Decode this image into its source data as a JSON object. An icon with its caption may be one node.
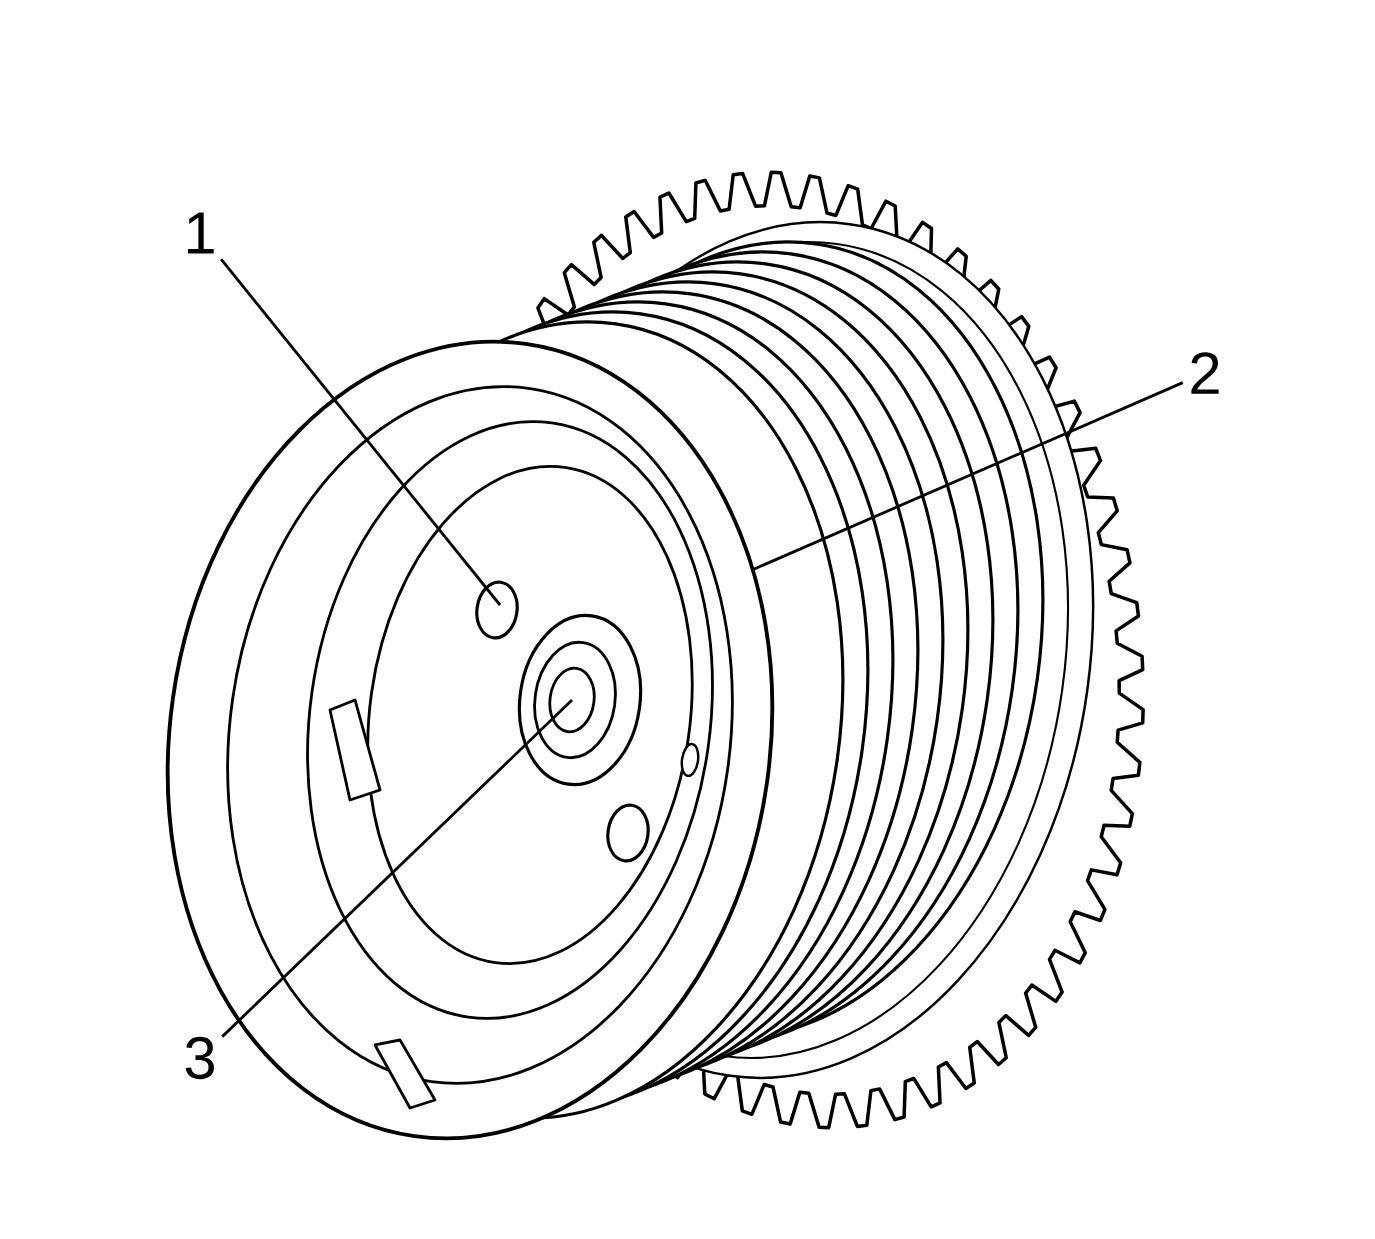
{
  "diagram": {
    "nodes": [
      {
        "text": [
          "1"
        ]
      },
      {
        "text": [
          "2"
        ]
      },
      {
        "text": [
          "3"
        ]
      }
    ],
    "edges": [
      {
        "from": 0,
        "to": null,
        "arrow": "none"
      },
      {
        "from": 1,
        "to": null,
        "arrow": "none"
      },
      {
        "from": 2,
        "to": null,
        "arrow": "none"
      }
    ]
  }
}
